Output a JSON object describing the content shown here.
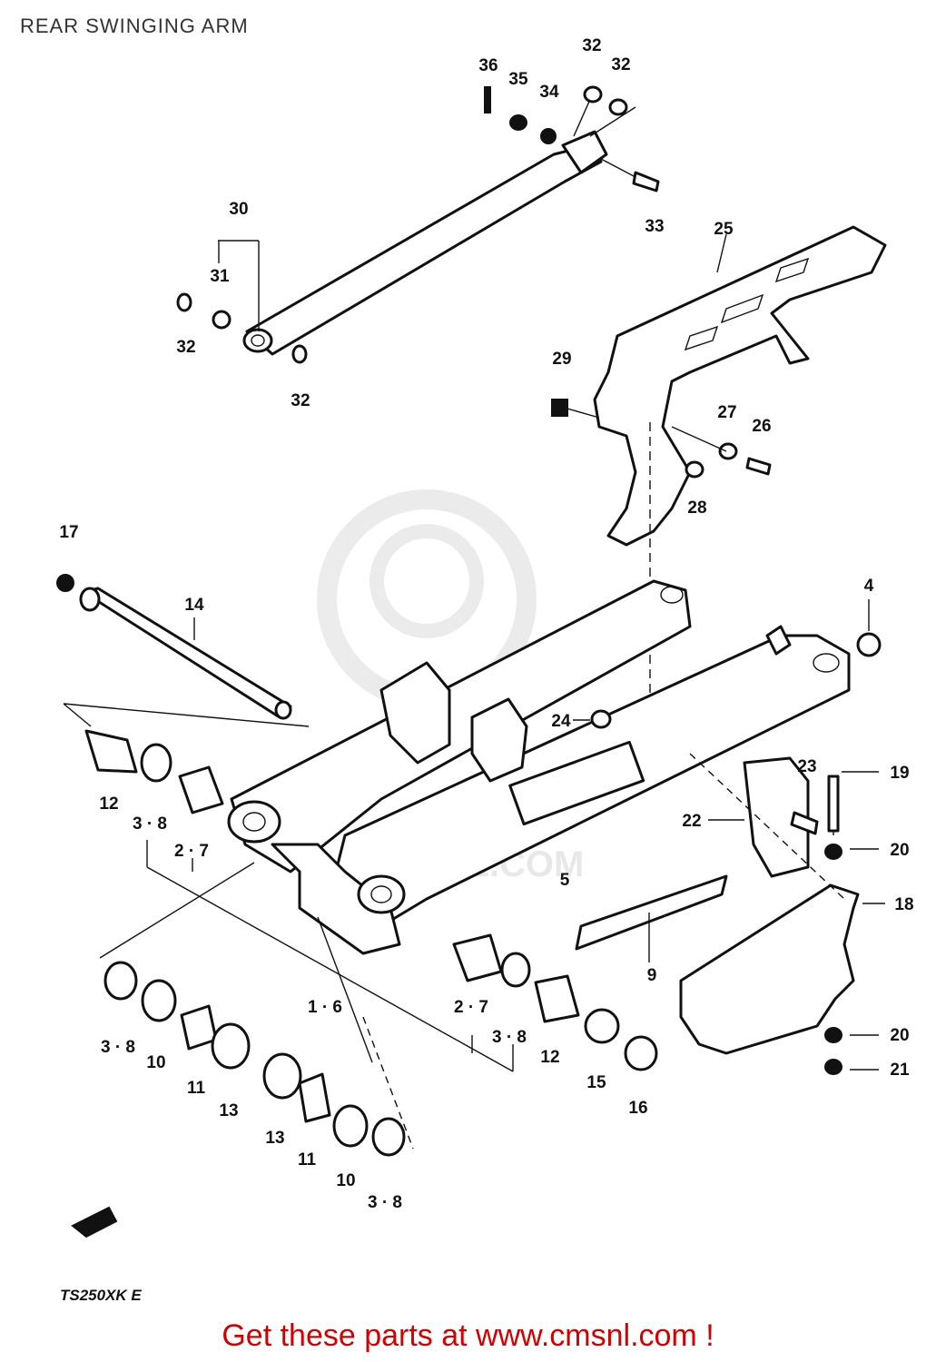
{
  "title": "REAR SWINGING ARM",
  "model_code": "TS250XK E",
  "promo_text": "Get these parts at www.cmsnl.com !",
  "watermark_text": "CMSNL.COM",
  "callouts": {
    "c1_6": "1 · 6",
    "c2_7_left": "2 · 7",
    "c2_7_right": "2 · 7",
    "c3_8_a": "3 · 8",
    "c3_8_b": "3 · 8",
    "c3_8_c": "3 · 8",
    "c3_8_d": "3 · 8",
    "c4": "4",
    "c5": "5",
    "c9": "9",
    "c10_a": "10",
    "c10_b": "10",
    "c11_a": "11",
    "c11_b": "11",
    "c12_a": "12",
    "c12_b": "12",
    "c13_a": "13",
    "c13_b": "13",
    "c14": "14",
    "c15": "15",
    "c16": "16",
    "c17": "17",
    "c18": "18",
    "c19": "19",
    "c20_a": "20",
    "c20_b": "20",
    "c21": "21",
    "c22": "22",
    "c23": "23",
    "c24": "24",
    "c25": "25",
    "c26": "26",
    "c27": "27",
    "c28": "28",
    "c29": "29",
    "c30": "30",
    "c31": "31",
    "c32_a": "32",
    "c32_b": "32",
    "c32_c": "32",
    "c32_d": "32",
    "c33": "33",
    "c34": "34",
    "c35": "35",
    "c36": "36"
  }
}
